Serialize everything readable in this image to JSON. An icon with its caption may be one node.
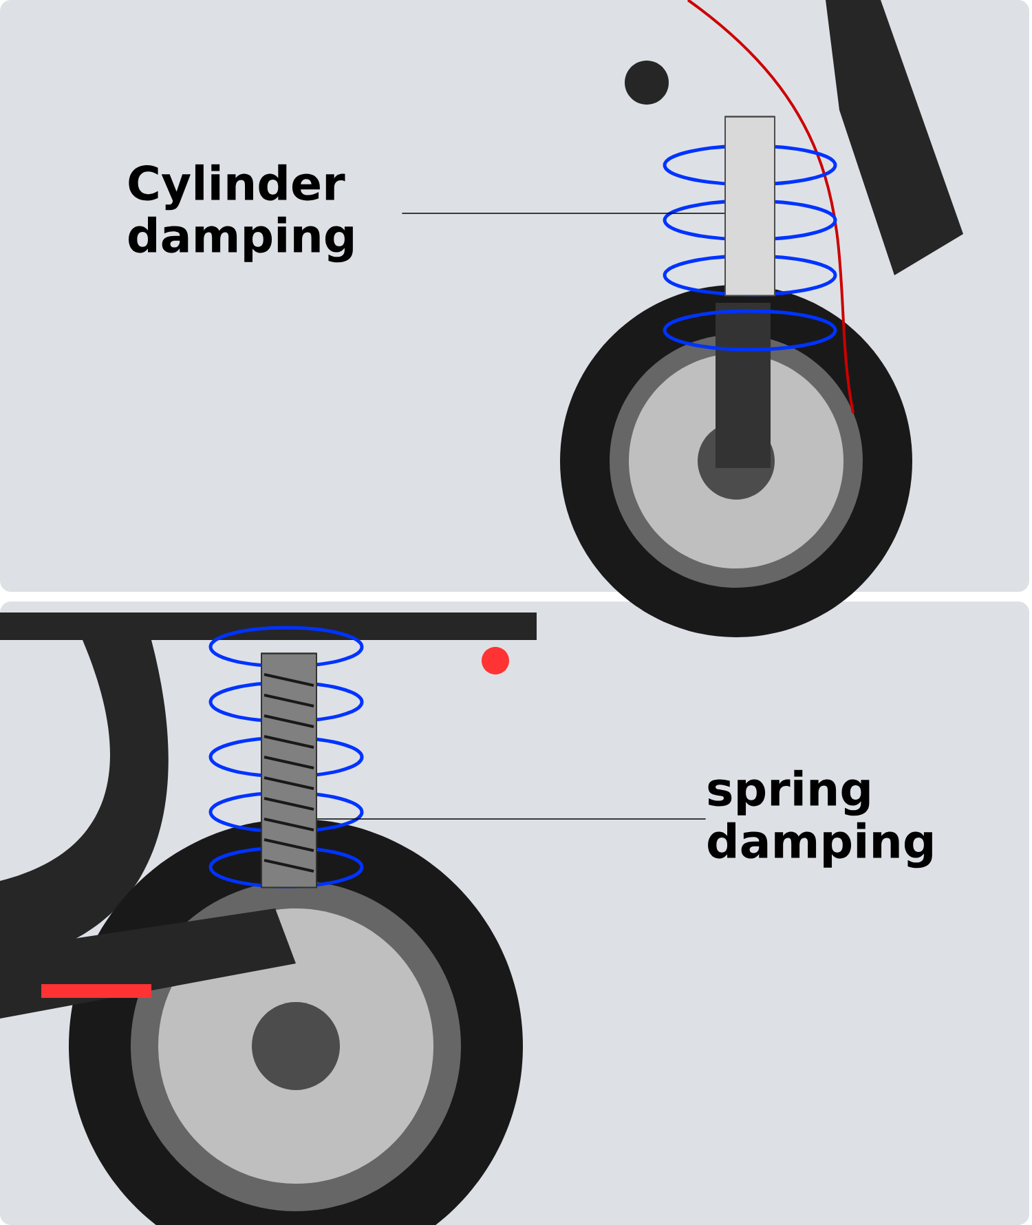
{
  "diagram": {
    "nodes": [
      {
        "text": [
          "Cylinder damping"
        ]
      },
      {
        "text": [],
        "shape": "cylinder"
      },
      {
        "text": [
          "spring damping"
        ]
      },
      {
        "text": [],
        "shape": "cylinder"
      }
    ],
    "edges": [
      {
        "from": 0,
        "to": 1,
        "arrow": "none"
      },
      {
        "from": 2,
        "to": 3,
        "arrow": "none"
      }
    ]
  }
}
